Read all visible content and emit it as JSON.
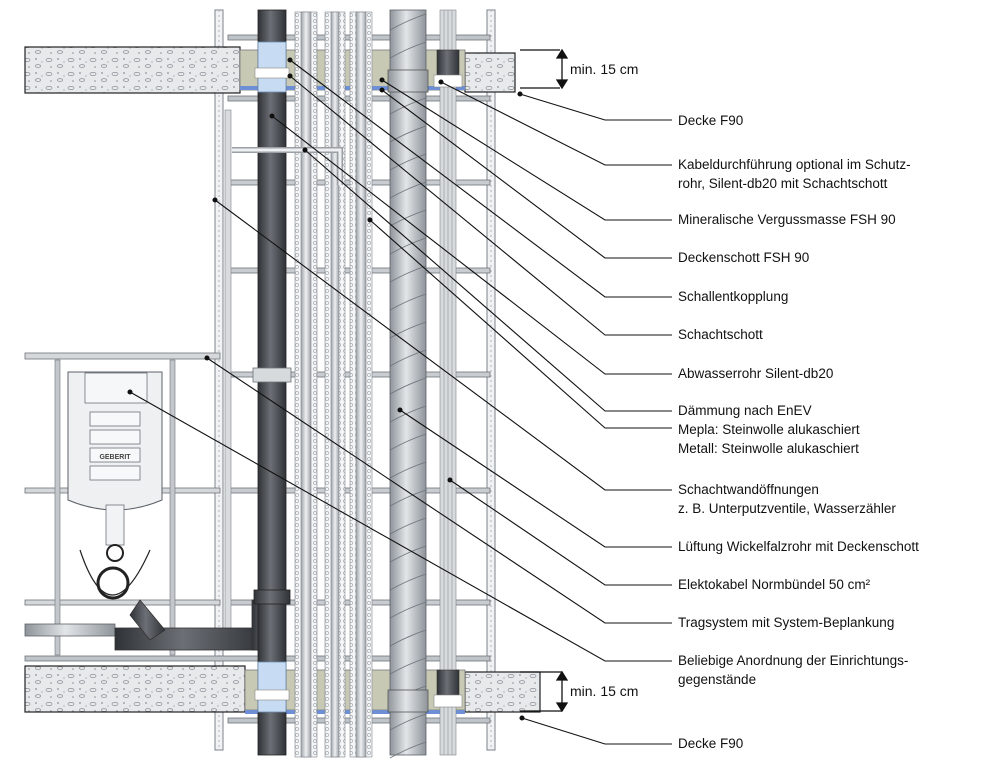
{
  "diagram": {
    "title_hidden": null,
    "colors": {
      "concrete": "#e4e6e8",
      "grout": "#c8c9b4",
      "seal_blue": "#6c8fd6",
      "pipe_dark": "#4a4d52",
      "pipe_light": "#b7bcc2",
      "sleeve_blue": "#c7dcf2",
      "frame": "#9aa0a6",
      "leader": "#111111"
    },
    "dimensions": {
      "top": "min. 15 cm",
      "bottom": "min. 15 cm"
    },
    "cistern_brand": "GEBERIT",
    "labels": [
      {
        "id": "decke-top",
        "lines": [
          "Decke F90"
        ]
      },
      {
        "id": "kabeldurchfuehrung",
        "lines": [
          "Kabeldurchführung optional im Schutz-",
          "rohr, Silent-db20 mit Schachtschott"
        ]
      },
      {
        "id": "vergussmasse",
        "lines": [
          "Mineralische Vergussmasse FSH 90"
        ]
      },
      {
        "id": "deckenschott",
        "lines": [
          "Deckenschott FSH 90"
        ]
      },
      {
        "id": "schallentkopplung",
        "lines": [
          "Schallentkopplung"
        ]
      },
      {
        "id": "schachtschott",
        "lines": [
          "Schachtschott"
        ]
      },
      {
        "id": "abwasserrohr",
        "lines": [
          "Abwasserrohr Silent-db20"
        ]
      },
      {
        "id": "daemmung",
        "lines": [
          "Dämmung nach EnEV",
          "Mepla: Steinwolle alukaschiert",
          "Metall: Steinwolle alukaschiert"
        ]
      },
      {
        "id": "schachtwandoeffnungen",
        "lines": [
          "Schachtwandöffnungen",
          "z. B. Unterputzventile, Wasserzähler"
        ]
      },
      {
        "id": "lueftung",
        "lines": [
          "Lüftung Wickelfalzrohr mit Deckenschott"
        ]
      },
      {
        "id": "elektrokabel",
        "lines": [
          "Elektokabel Normbündel 50 cm²"
        ]
      },
      {
        "id": "tragsystem",
        "lines": [
          "Tragsystem mit System-Beplankung"
        ]
      },
      {
        "id": "anordnung",
        "lines": [
          "Beliebige Anordnung der Einrichtungs-",
          "gegenstände"
        ]
      },
      {
        "id": "decke-bottom",
        "lines": [
          "Decke F90"
        ]
      }
    ]
  }
}
